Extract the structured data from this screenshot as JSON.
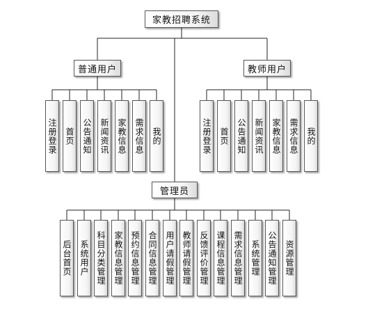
{
  "root": "家教招聘系统",
  "groups": [
    {
      "label": "普通用户",
      "items": [
        "注册登录",
        "首页",
        "公告通知",
        "新闻资讯",
        "家教信息",
        "需求信息",
        "我的"
      ]
    },
    {
      "label": "教师用户",
      "items": [
        "注册登录",
        "首页",
        "公告通知",
        "新闻资讯",
        "家教信息",
        "需求信息",
        "我的"
      ]
    },
    {
      "label": "管理员",
      "items": [
        "后台首页",
        "系统用户",
        "科目分类管理",
        "家教信息管理",
        "预约信息管理",
        "合同信息管理",
        "用户请假管理",
        "教师请假管理",
        "反馈评价管理",
        "课程信息管理",
        "需求信息管理",
        "系统管理",
        "公告通知管理",
        "资源管理"
      ]
    }
  ]
}
